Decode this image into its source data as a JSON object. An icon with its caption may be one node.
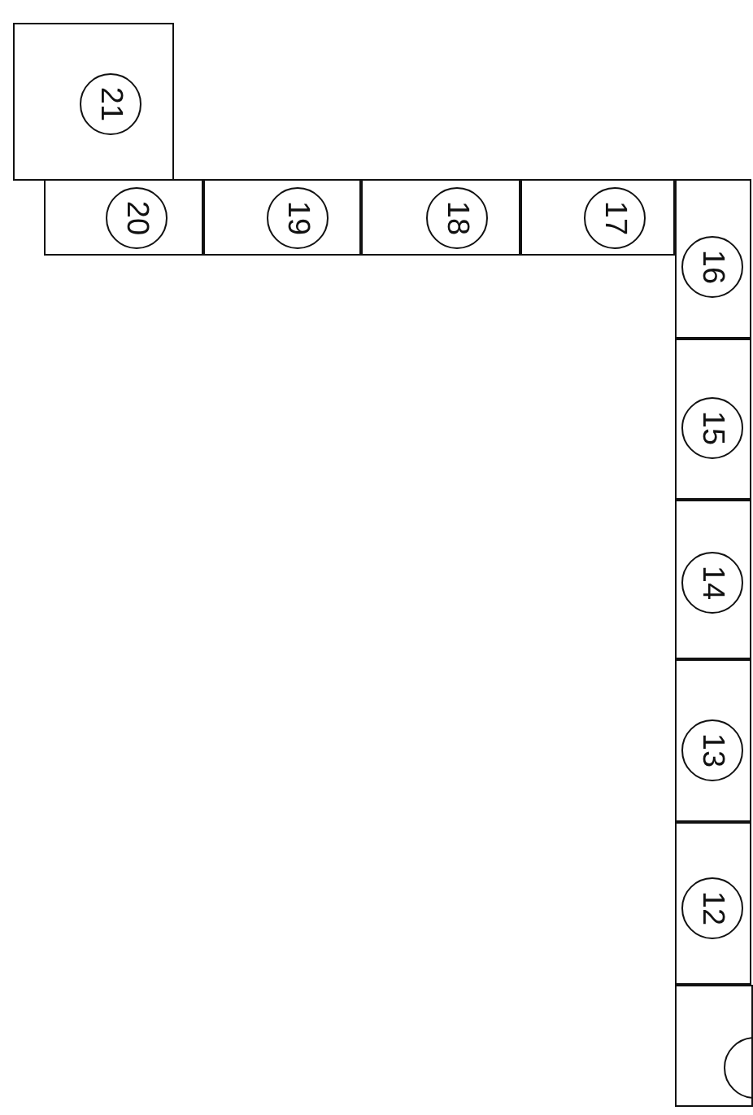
{
  "diagram": {
    "nodes": [
      {
        "text": [
          "21"
        ]
      },
      {
        "text": [
          "20"
        ]
      },
      {
        "text": [
          "19"
        ]
      },
      {
        "text": [
          "18"
        ]
      },
      {
        "text": [
          "17"
        ]
      },
      {
        "text": [
          "16"
        ]
      },
      {
        "text": [
          "15"
        ]
      },
      {
        "text": [
          "14"
        ]
      },
      {
        "text": [
          "13"
        ]
      },
      {
        "text": [
          "12"
        ]
      },
      {
        "text": [],
        "shape": "box"
      }
    ]
  }
}
